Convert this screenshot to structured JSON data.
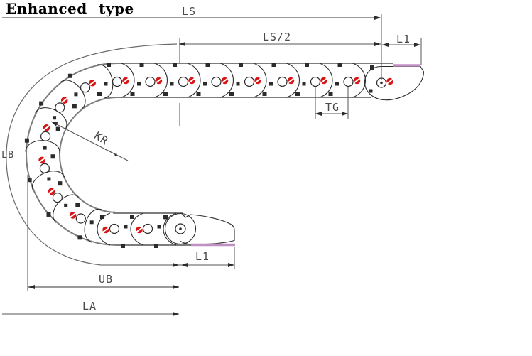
{
  "title": "Enhanced type",
  "labels": {
    "ls": "LS",
    "ls_half": "LS/2",
    "l1_top": "L1",
    "tg": "TG",
    "kr": "KR",
    "lb": "LB",
    "ub": "UB",
    "la": "LA",
    "l1_bottom": "L1"
  },
  "colors": {
    "title": "#000000",
    "text": "#4a4a4a",
    "line_dark": "#2b2b2b",
    "line_gray": "#8b8b8b",
    "line_dim": "#565656",
    "line_outer": "#6a6a6a",
    "band_gray": "#7d7d7d",
    "marker_red": "#d81616",
    "accent_purple": "#c08fc4",
    "background": "#ffffff"
  }
}
